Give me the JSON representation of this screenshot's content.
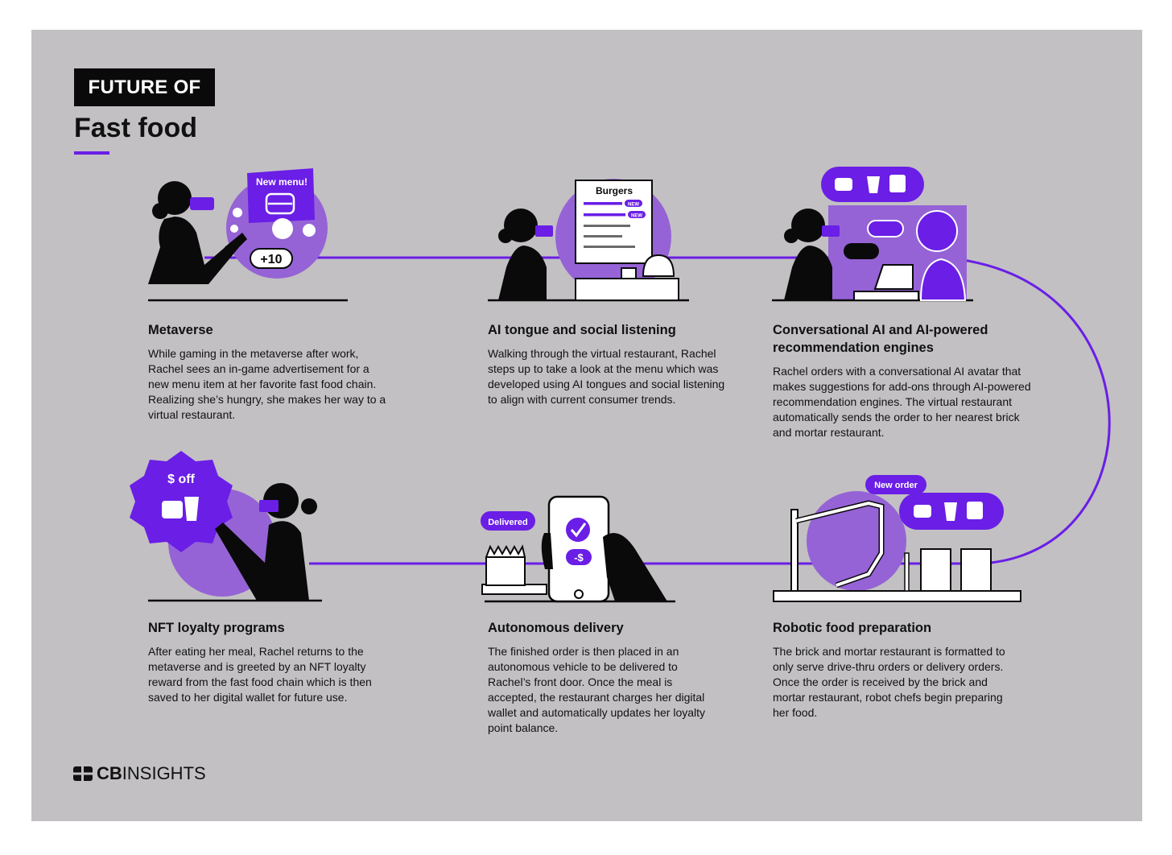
{
  "header": {
    "badge": "FUTURE OF",
    "title": "Fast food"
  },
  "steps": [
    {
      "heading": "Metaverse",
      "body": "While gaming in the metaverse after work, Rachel sees an in-game advertisement for a new menu item at her favorite fast food chain. Realizing she’s hungry, she makes her way to a virtual restaurant."
    },
    {
      "heading": "AI tongue and social listening",
      "body": "Walking through the virtual restaurant, Rachel steps up to take a look at the menu which was developed using AI tongues and social listening to align with current consumer trends."
    },
    {
      "heading": "Conversational AI and AI-powered recommendation engines",
      "body": "Rachel orders with a conversational AI avatar that makes suggestions for add-ons through AI-powered recommendation engines. The virtual restaurant automatically sends the order to her nearest brick and mortar restaurant."
    },
    {
      "heading": "NFT loyalty programs",
      "body": "After eating her meal, Rachel returns to the metaverse and is greeted by an NFT loyalty reward from the fast food chain which is then saved to her digital wallet for future use."
    },
    {
      "heading": "Autonomous delivery",
      "body": "The finished order is then placed in an autonomous vehicle to be delivered to Rachel’s front door. Once the meal is accepted, the restaurant charges her digital wallet and automatically updates her loyalty point balance."
    },
    {
      "heading": "Robotic food preparation",
      "body": "The brick and mortar restaurant is formatted to only serve drive-thru orders or delivery orders. Once the order is received by the brick and mortar restaurant, robot chefs begin preparing her food."
    }
  ],
  "illustrations": {
    "new_menu": "New menu!",
    "points": "+10",
    "menu_title": "Burgers",
    "new_tag": "NEW",
    "new_order": "New order",
    "dollar_off": "$ off",
    "delivered": "Delivered",
    "charge": "-$"
  },
  "footer": {
    "logo_bold": "CB",
    "logo_regular": "INSIGHTS"
  },
  "colors": {
    "background": "#c2c0c3",
    "accent_purple": "#6a1ee6",
    "light_purple": "#9563d6",
    "ink": "#0a0a0a"
  }
}
